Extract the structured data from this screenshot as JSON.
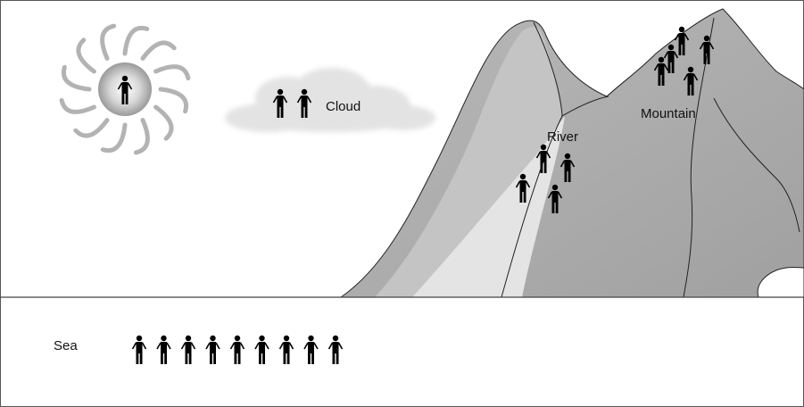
{
  "labels": {
    "cloud": "Cloud",
    "river": "River",
    "mountain": "Mountain",
    "sea": "Sea"
  },
  "figure_counts": {
    "sun": 1,
    "cloud": 2,
    "river": 4,
    "mountain": 5,
    "sea": 9
  },
  "colors": {
    "mountain_fill": "#a9a9a9",
    "mountain_light": "#cdcdcd",
    "river_fill": "#e6e6e6",
    "outline": "#222222",
    "figure": "#000000"
  },
  "icons": [
    "person-icon",
    "sun-icon",
    "cloud-icon",
    "mountain-icon"
  ]
}
